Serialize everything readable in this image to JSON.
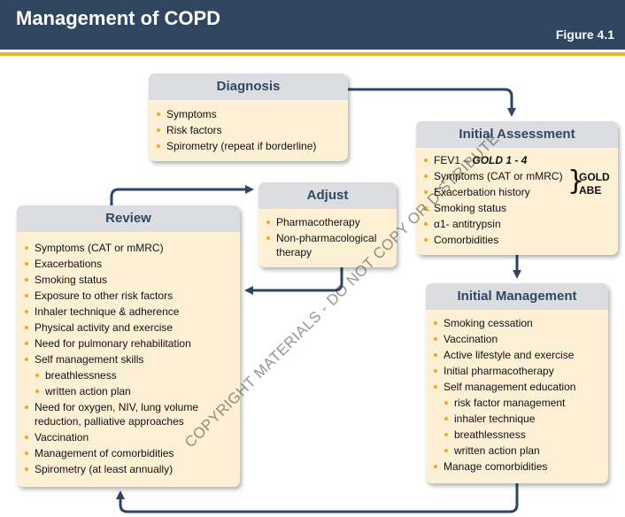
{
  "header": {
    "title": "Management of COPD",
    "figure": "Figure 4.1"
  },
  "diagnosis": {
    "title": "Diagnosis",
    "items": [
      "Symptoms",
      "Risk factors",
      "Spirometry (repeat if borderline)"
    ]
  },
  "initial_assessment": {
    "title": "Initial Assessment",
    "fev1_prefix": "FEV1 – ",
    "fev1_gold": "GOLD 1 - 4",
    "items": [
      "Symptoms (CAT or mMRC)",
      "Exacerbation history",
      "Smoking status",
      "α1- antitrypsin",
      "Comorbidities"
    ],
    "gold_label_1": "GOLD",
    "gold_label_2": "ABE"
  },
  "adjust": {
    "title": "Adjust",
    "items": [
      "Pharmacotherapy",
      "Non-pharmacological therapy"
    ]
  },
  "review": {
    "title": "Review",
    "items": [
      "Symptoms (CAT or mMRC)",
      "Exacerbations",
      "Smoking status",
      "Exposure to other risk factors",
      "Inhaler technique & adherence",
      "Physical activity and exercise",
      "Need for pulmonary rehabilitation",
      "Self management skills",
      "breathlessness",
      "written action plan",
      "Need for oxygen, NIV, lung volume reduction, palliative approaches",
      "Vaccination",
      "Management of comorbidities",
      "Spirometry (at least annually)"
    ]
  },
  "initial_management": {
    "title": "Initial Management",
    "items": [
      "Smoking cessation",
      "Vaccination",
      "Active lifestyle and exercise",
      "Initial pharmacotherapy",
      "Self management education",
      "risk factor management",
      "inhaler technique",
      "breathlessness",
      "written action plan",
      "Manage comorbidities"
    ]
  },
  "watermark": "COPYRIGHT MATERIALS - DO NOT COPY OR DISTRIBUTE",
  "colors": {
    "header_bg": "#2f4560",
    "accent_rule": "#f0b323",
    "box_fill": "#fdf0d5",
    "box_header": "#dcdde1",
    "title_text": "#2e4865",
    "arrow": "#2f4560",
    "bullet": "#f0a81f"
  }
}
